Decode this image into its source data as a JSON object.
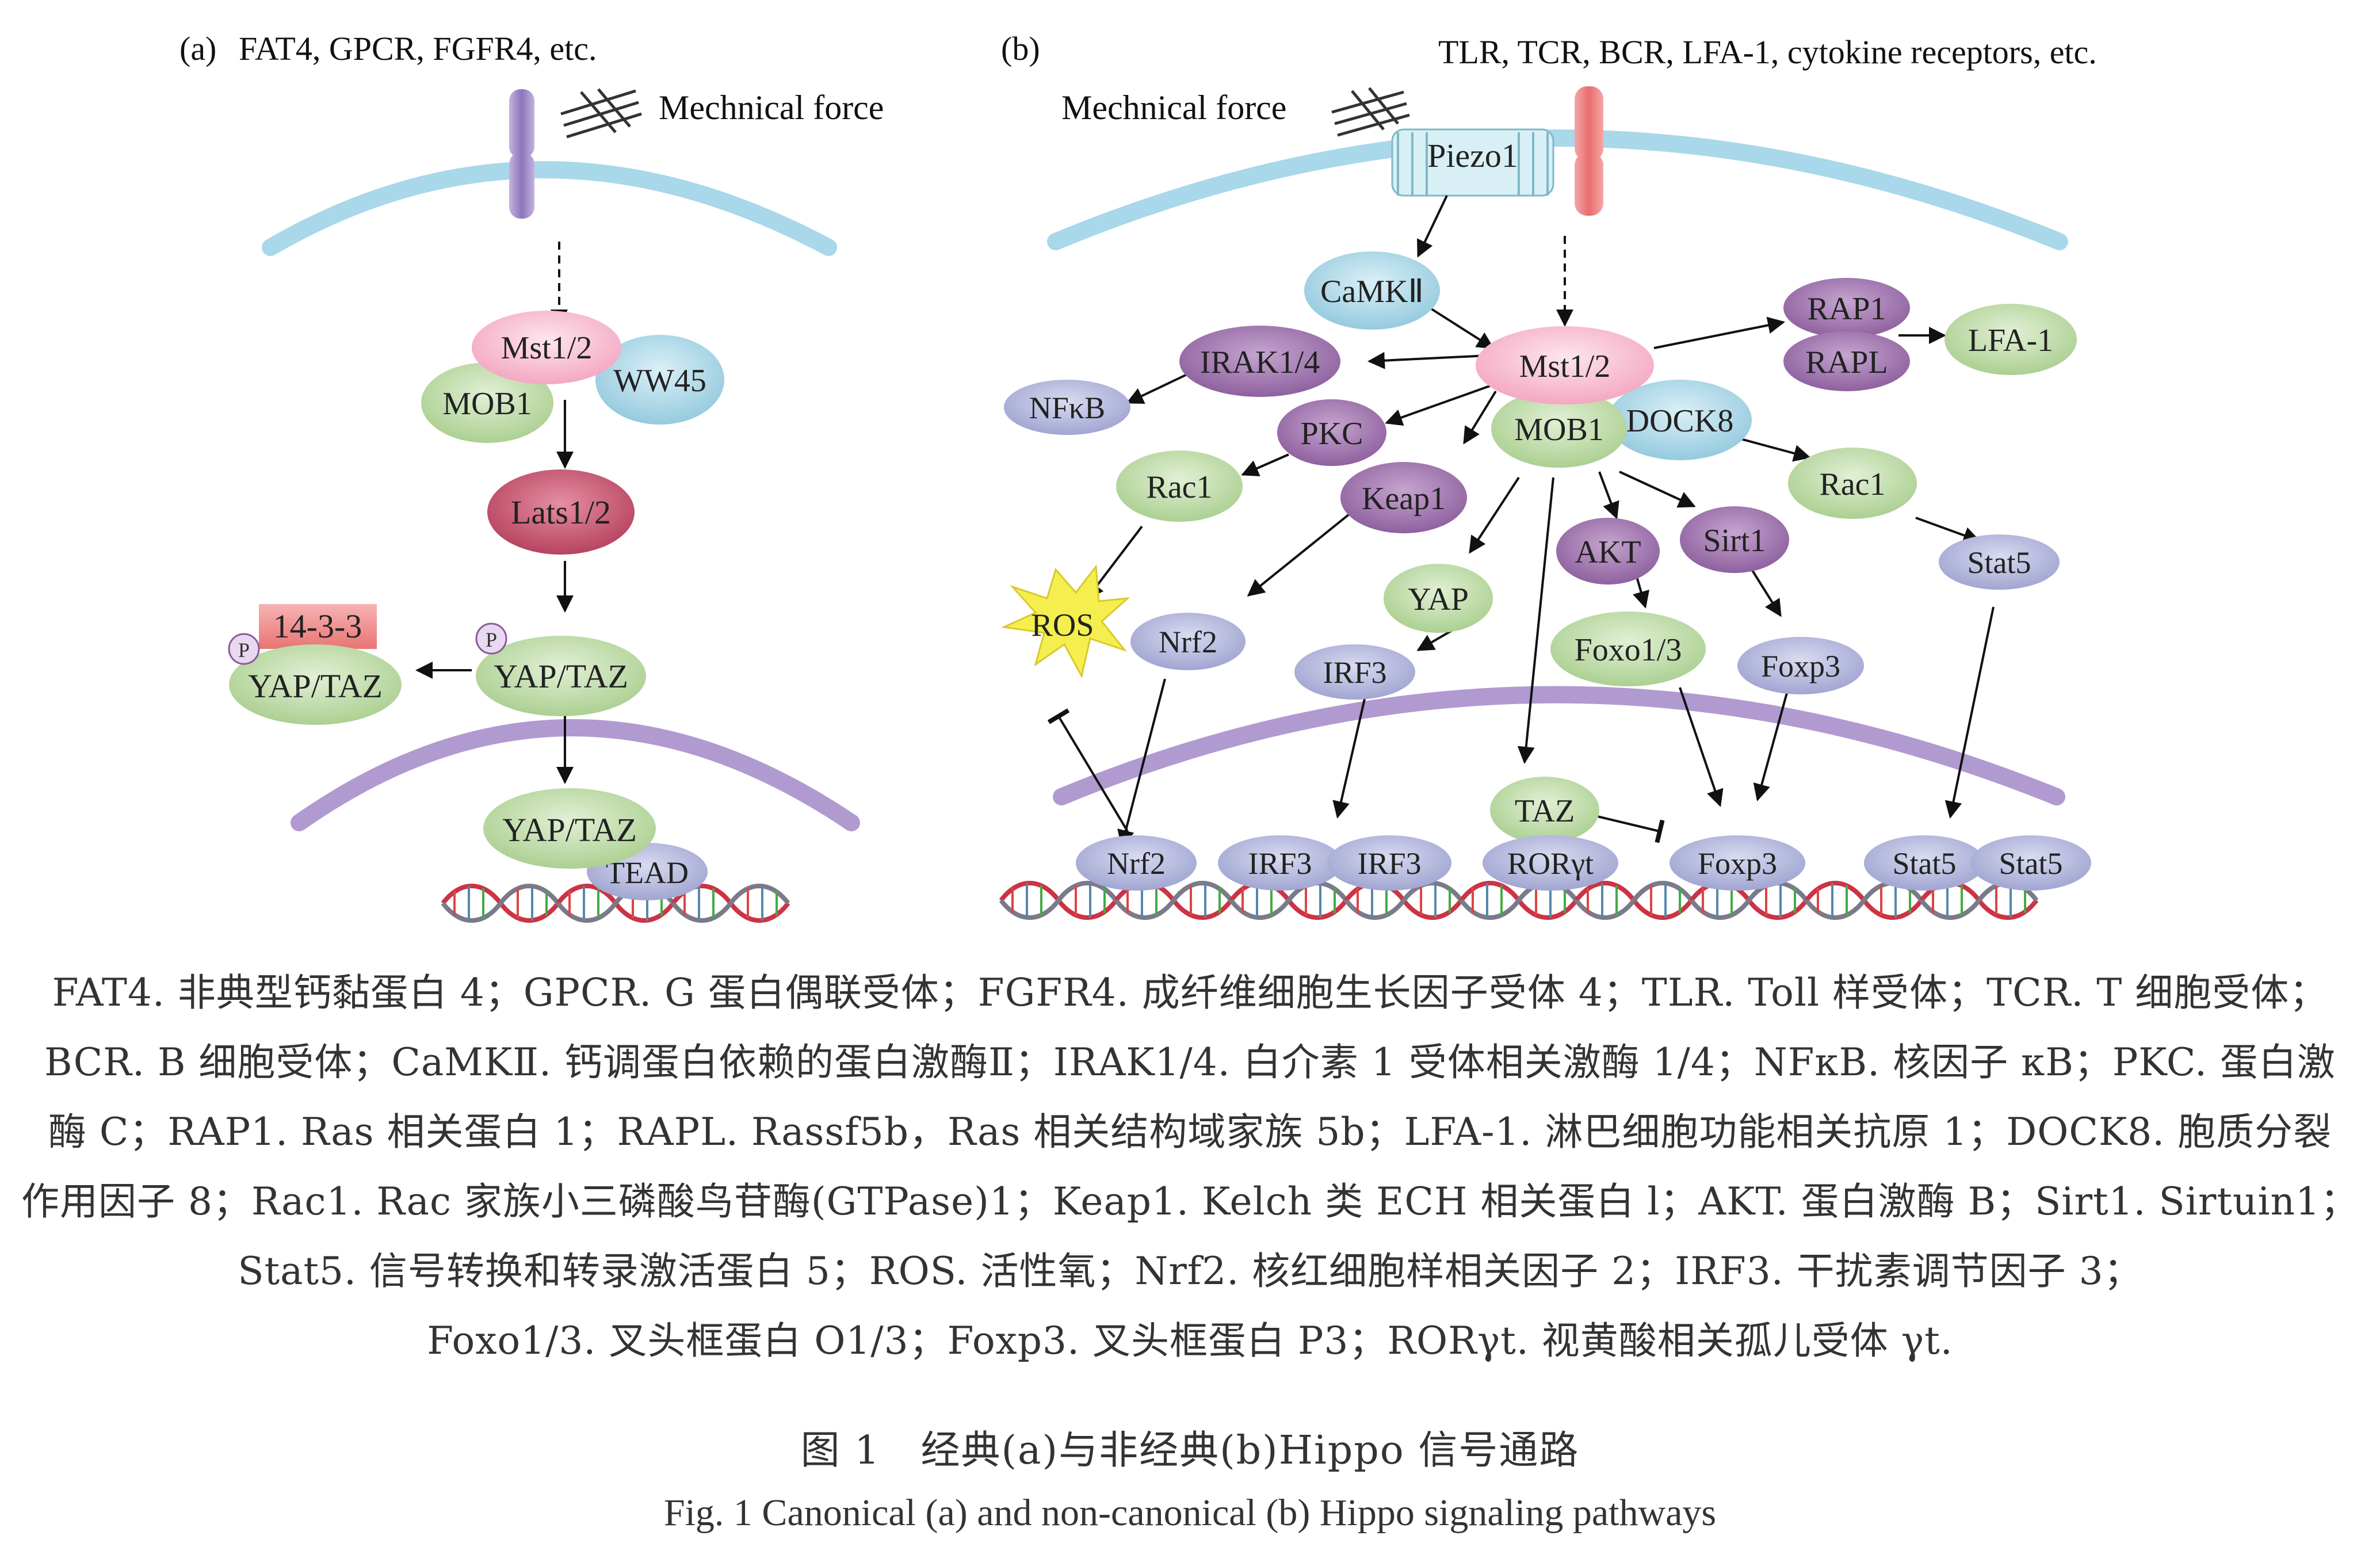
{
  "panel_a": {
    "label": "(a)",
    "receptors": "FAT4, GPCR, FGFR4, etc.",
    "force": "Mechnical force",
    "nodes": {
      "mst": "Mst1/2",
      "mob": "MOB1",
      "ww45": "WW45",
      "lats": "Lats1/2",
      "yap_taz_p": "YAP/TAZ",
      "p1": "P",
      "p2": "P",
      "fourteen": "14-3-3",
      "yap_taz_cyto": "YAP/TAZ",
      "yap_taz_nuc": "YAP/TAZ",
      "tead": "TEAD"
    }
  },
  "panel_b": {
    "label": "(b)",
    "receptors": "TLR, TCR, BCR, LFA-1, cytokine receptors, etc.",
    "force": "Mechnical force",
    "nodes": {
      "piezo": "Piezo1",
      "camk": "CaMKⅡ",
      "mst": "Mst1/2",
      "mob": "MOB1",
      "dock8": "DOCK8",
      "irak": "IRAK1/4",
      "nfkb": "NFκB",
      "pkc": "PKC",
      "rac1_left": "Rac1",
      "keap1": "Keap1",
      "ros": "ROS",
      "nrf2_cyto": "Nrf2",
      "yap": "YAP",
      "irf3_cyto": "IRF3",
      "akt": "AKT",
      "foxo": "Foxo1/3",
      "sirt1": "Sirt1",
      "foxp3_cyto": "Foxp3",
      "rap1": "RAP1",
      "rapl": "RAPL",
      "lfa1": "LFA-1",
      "rac1_right": "Rac1",
      "stat5_cyto": "Stat5",
      "taz": "TAZ",
      "nrf2_nuc": "Nrf2",
      "irf3_nuc_1": "IRF3",
      "irf3_nuc_2": "IRF3",
      "rorgt": "RORγt",
      "foxp3_nuc": "Foxp3",
      "stat5_nuc_1": "Stat5",
      "stat5_nuc_2": "Stat5"
    }
  },
  "legend": [
    "FAT4. 非典型钙黏蛋白 4；GPCR. G 蛋白偶联受体；FGFR4. 成纤维细胞生长因子受体 4；TLR. Toll 样受体；TCR. T 细胞受体；",
    "BCR. B 细胞受体；CaMKⅡ. 钙调蛋白依赖的蛋白激酶Ⅱ；IRAK1/4. 白介素 1 受体相关激酶 1/4；NFκB. 核因子 κB；PKC. 蛋白激",
    "酶 C；RAP1. Ras 相关蛋白 1；RAPL. Rassf5b，Ras 相关结构域家族 5b；LFA-1. 淋巴细胞功能相关抗原 1；DOCK8. 胞质分裂",
    "作用因子 8；Rac1. Rac 家族小三磷酸鸟苷酶(GTPase)1；Keap1. Kelch 类 ECH 相关蛋白 l；AKT. 蛋白激酶 B；Sirt1. Sirtuin1；",
    "Stat5. 信号转换和转录激活蛋白 5；ROS. 活性氧；Nrf2. 核红细胞样相关因子 2；IRF3. 干扰素调节因子 3；",
    "Foxo1/3. 叉头框蛋白 O1/3；Foxp3. 叉头框蛋白 P3；RORγt. 视黄酸相关孤儿受体 γt."
  ],
  "figure": {
    "title_cn": "图 1　经典(a)与非经典(b)Hippo 信号通路",
    "title_en": "Fig. 1  Canonical (a) and non-canonical (b) Hippo signaling pathways"
  },
  "colors": {
    "membrane": "#a8d8ea",
    "nuclear_membrane": "#b09ad0",
    "pink": "#f7b7cb",
    "green": "#b9d9a1",
    "blue": "#a9d6e6",
    "purple": "#9b72aa",
    "lavender": "#aeb2d8",
    "dark_red": "#b8435e",
    "red_receptor": "#ee8585",
    "purple_receptor": "#9d86c4",
    "salmon": "#ef8a8a",
    "ros": "#f4ef4e"
  }
}
